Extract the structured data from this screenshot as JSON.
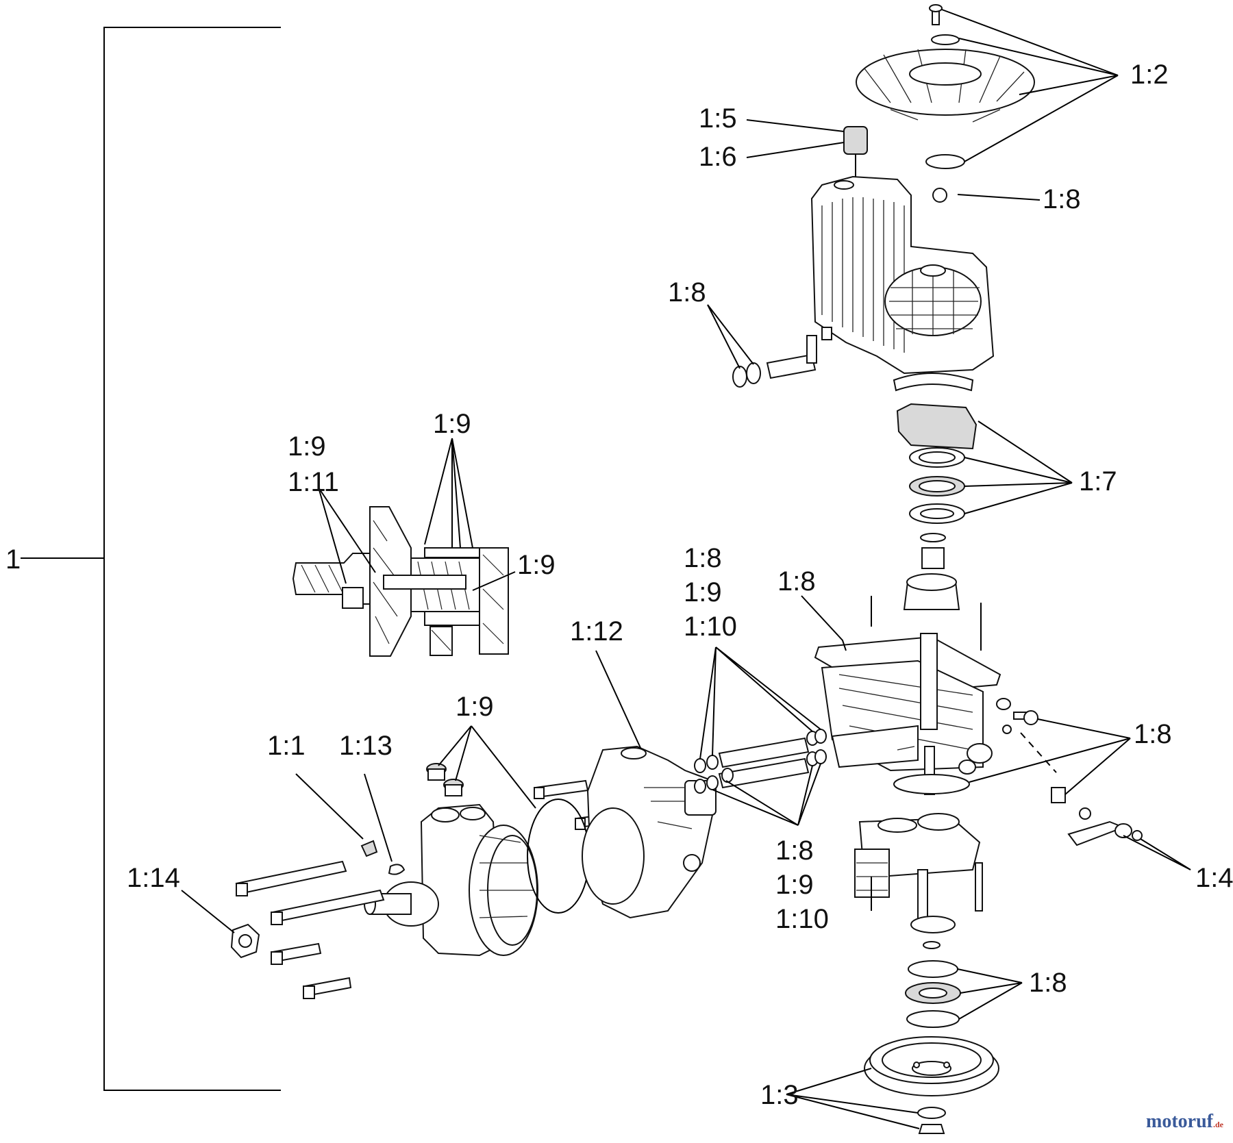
{
  "labels": {
    "assembly": "1",
    "l_1_1": "1:1",
    "l_1_2": "1:2",
    "l_1_3": "1:3",
    "l_1_4": "1:4",
    "l_1_5": "1:5",
    "l_1_6": "1:6",
    "l_1_7": "1:7",
    "l_1_8_top": "1:8",
    "l_1_8_left": "1:8",
    "l_1_8_plate": "1:8",
    "l_1_8_right": "1:8",
    "l_1_8_lower": "1:8",
    "l_1_9_sec_top": "1:9",
    "l_1_9_sec_left": "1:9",
    "l_1_11_sec": "1:11",
    "l_1_9_sec_right": "1:9",
    "l_1_9_plugs": "1:9",
    "l_1_12": "1:12",
    "l_1_13": "1:13",
    "l_1_14": "1:14",
    "grp_upper_1": "1:8",
    "grp_upper_2": "1:9",
    "grp_upper_3": "1:10",
    "grp_lower_1": "1:8",
    "grp_lower_2": "1:9",
    "grp_lower_3": "1:10"
  },
  "watermark": {
    "text": "motoruf",
    "suffix": ".de"
  }
}
